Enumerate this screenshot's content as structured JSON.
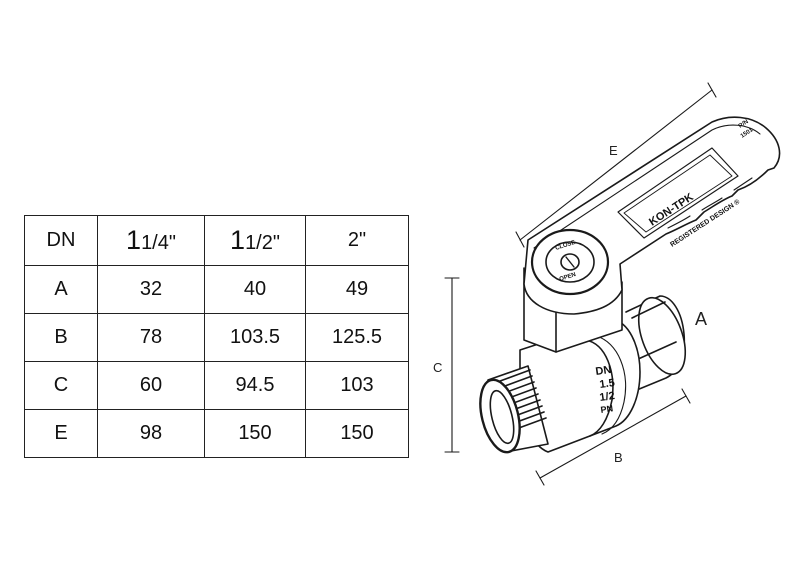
{
  "table": {
    "header": {
      "dn": "DN",
      "sizes": [
        {
          "whole": "1",
          "frac": "1/4\""
        },
        {
          "whole": "1",
          "frac": "1/2\""
        },
        {
          "whole": "",
          "frac": "2\""
        }
      ]
    },
    "rows": [
      {
        "label": "A",
        "values": [
          "32",
          "40",
          "49"
        ]
      },
      {
        "label": "B",
        "values": [
          "78",
          "103.5",
          "125.5"
        ]
      },
      {
        "label": "C",
        "values": [
          "60",
          "94.5",
          "103"
        ]
      },
      {
        "label": "E",
        "values": [
          "98",
          "150",
          "150"
        ]
      }
    ]
  },
  "drawing": {
    "dimension_labels": {
      "a": "A",
      "b": "B",
      "c": "C",
      "e": "E"
    },
    "body_marking": [
      "DN",
      "1.5",
      "1/2",
      "PN"
    ],
    "cap_text": [
      "CLOSE",
      "OPEN"
    ],
    "handle_text": "REGISTERED DESIGN ®",
    "brand_text": "KON-TPK",
    "handle_end_text": [
      "R/N",
      "1501"
    ]
  }
}
